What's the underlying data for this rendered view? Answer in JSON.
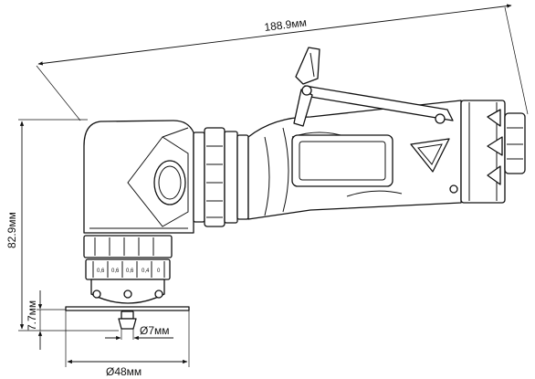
{
  "dimensions": {
    "length": "188.9мм",
    "height": "82.9мм",
    "pad_offset": "7.7мм",
    "spindle_diameter": "Ø7мм",
    "pad_diameter": "Ø48мм"
  },
  "speed_scale": [
    "0,6",
    "0,6",
    "0,6",
    "0,4",
    "0"
  ],
  "colors": {
    "line": "#111111",
    "background": "#ffffff"
  }
}
